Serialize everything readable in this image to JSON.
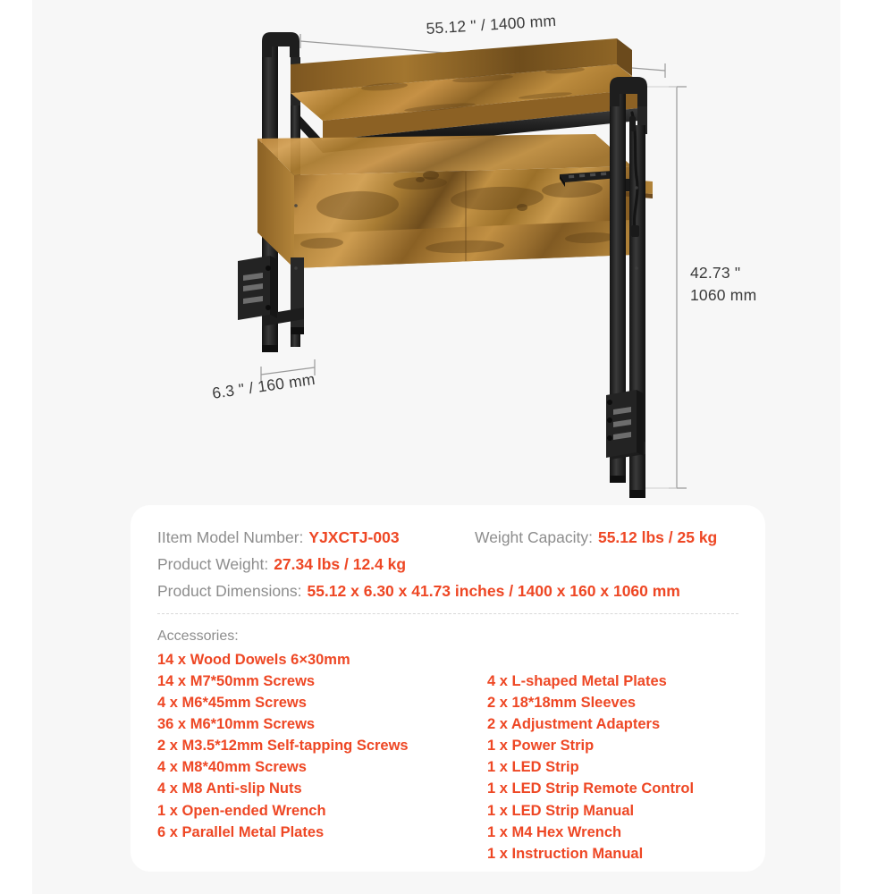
{
  "product_illustration": {
    "alt": "rustic industrial console sofa table with black metal frame, two rustic brown wood shelves, built-in power strip and adjustable slotted wall-mount brackets",
    "dimensions": {
      "width_label": "55.12 \" / 1400 mm",
      "depth_label": "6.3 \" / 160 mm",
      "height_label": "42.73 \"\n1060 mm"
    },
    "colors": {
      "metal_frame": "#232323",
      "wood_light": "#c8913f",
      "wood_mid": "#a9762f",
      "wood_dark": "#6d4a1d",
      "dimension_line": "#9a9a9a",
      "background": "#f7f7f7"
    }
  },
  "spec_card": {
    "rows": [
      [
        {
          "label": "IItem Model Number:",
          "value": "YJXCTJ-003"
        },
        {
          "label": "Weight Capacity:",
          "value": "55.12 lbs / 25 kg"
        }
      ],
      [
        {
          "label": "Product Weight:",
          "value": "27.34 lbs / 12.4 kg"
        }
      ],
      [
        {
          "label": "Product Dimensions:",
          "value": "55.12 x 6.30 x 41.73 inches / 1400 x 160 x 1060 mm"
        }
      ]
    ],
    "accent_color": "#ee4724",
    "label_color": "#8d8d8d"
  },
  "accessories": {
    "title": "Accessories:",
    "left": [
      "14 x Wood Dowels 6×30mm",
      "14 x M7*50mm Screws",
      "4 x M6*45mm Screws",
      "36 x M6*10mm Screws",
      "2 x M3.5*12mm Self-tapping Screws",
      "4 x M8*40mm Screws",
      "4 x M8 Anti-slip Nuts",
      "1 x Open-ended Wrench",
      "6 x Parallel Metal Plates"
    ],
    "right": [
      "4 x L-shaped Metal Plates",
      "2 x 18*18mm Sleeves",
      "2 x Adjustment Adapters",
      "1 x Power Strip",
      "1 x LED Strip",
      "1 x LED Strip Remote Control",
      "1 x LED Strip Manual",
      "1 x M4 Hex Wrench",
      "1 x Instruction Manual"
    ]
  }
}
